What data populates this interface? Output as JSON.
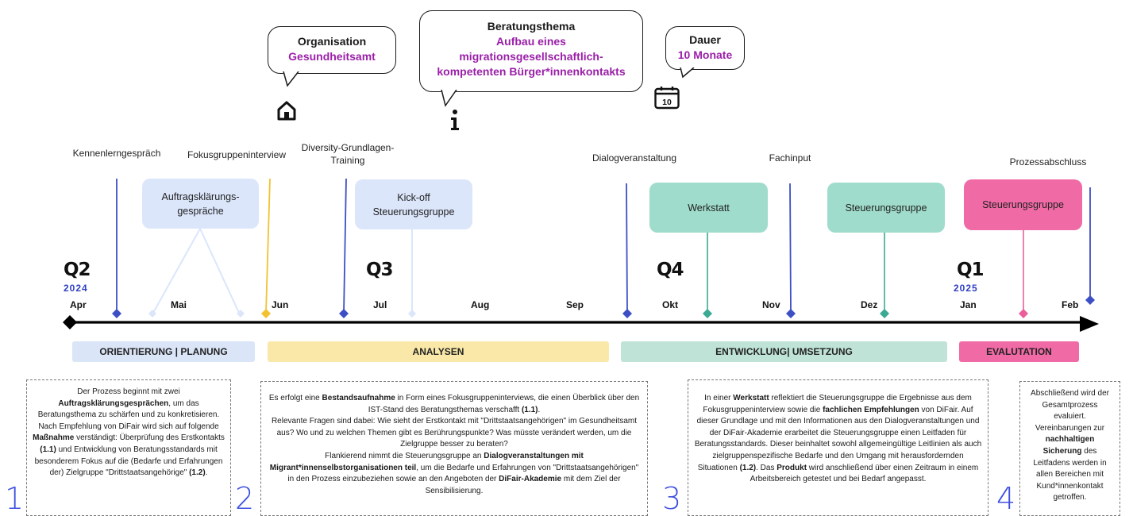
{
  "bubbles": {
    "organisation": {
      "title": "Organisation",
      "value": "Gesundheitsamt"
    },
    "thema": {
      "title": "Beratungsthema",
      "value_lines": [
        "Aufbau eines",
        "migrationsgesellschaftlich-",
        "kompetenten Bürger*innenkontakts"
      ]
    },
    "dauer": {
      "title": "Dauer",
      "value": "10 Monate"
    }
  },
  "icons": {
    "organisation": "house-icon",
    "thema": "info-icon",
    "dauer": "calendar-icon"
  },
  "calendar_number": "10",
  "events": {
    "kennenlern": "Kennenlerngespräch",
    "fokus": "Fokusgruppeninterview",
    "diversity_1": "Diversity-Grundlagen-",
    "diversity_2": "Training",
    "dialog": "Dialogveranstaltung",
    "fachinput": "Fachinput",
    "abschluss": "Prozessabschluss"
  },
  "boxes": {
    "auftrag": [
      "Auftragsklärungs-",
      "gespräche"
    ],
    "kickoff": [
      "Kick-off",
      "Steuerungsgruppe"
    ],
    "werkstatt": "Werkstatt",
    "steuerung1": "Steuerungsgruppe",
    "steuerung2": "Steuerungsgruppe"
  },
  "quarters": {
    "q2": "Q2",
    "q2_year": "2024",
    "q3": "Q3",
    "q4": "Q4",
    "q1": "Q1",
    "q1_year": "2025"
  },
  "months": [
    "Apr",
    "Mai",
    "Jun",
    "Jul",
    "Aug",
    "Sep",
    "Okt",
    "Nov",
    "Dez",
    "Jan",
    "Feb"
  ],
  "phases": {
    "p1": "ORIENTIERUNG | PLANUNG",
    "p2": "ANALYSEN",
    "p3": "ENTWICKLUNG| UMSETZUNG",
    "p4": "EVALUTATION"
  },
  "colors": {
    "blue_line": "#3d4fc4",
    "yellow_line": "#f2c230",
    "teal": "#3aaa92",
    "pink": "#ea5f9b",
    "light_blue_box": "#dbe6fb",
    "teal_box": "#9fdccb",
    "pink_box": "#f06aa6",
    "phase_blue": "#dbe5f8",
    "phase_yellow": "#f9e8a8",
    "phase_teal": "#bfe3d6",
    "phase_pink": "#f06aa6",
    "purple_text": "#9a1fa8"
  },
  "numbers": [
    "1",
    "2",
    "3",
    "4"
  ],
  "descriptions": {
    "d1": "Der Prozess beginnt mit zwei <b>Auftragsklärungsgesprächen</b>, um das Beratungsthema zu schärfen und zu konkretisieren. Nach Empfehlung von DiFair wird sich auf folgende <b>Maßnahme</b> verständigt: Überprüfung des Erstkontakts <b>(1.1)</b> und Entwicklung von Beratungsstandards mit besonderem Fokus auf die (Bedarfe und Erfahrungen der) Zielgruppe \"Drittstaatsangehörige\" <b>(1.2)</b>.",
    "d2": "Es erfolgt eine <b>Bestandsaufnahme</b> in Form eines Fokusgruppeninterviews, die einen Überblick über den IST-Stand des Beratungsthemas verschafft <b>(1.1)</b>.<br>Relevante Fragen sind dabei: Wie sieht der Erstkontakt mit \"Drittstaatsangehörigen\" im Gesundheitsamt aus? Wo und zu welchen Themen gibt es Berührungspunkte? Was müsste verändert werden, um die Zielgruppe besser zu beraten?<br>Flankierend nimmt die Steuerungsgruppe an <b>Dialogveranstaltungen mit Migrant*innenselbstorganisationen teil</b>, um die Bedarfe und Erfahrungen von \"Drittstaatsangehörigen\" in den Prozess einzubeziehen sowie an den Angeboten der <b>DiFair-Akademie</b> mit dem Ziel der Sensibilisierung.",
    "d3": "In einer <b>Werkstatt</b> reflektiert die Steuerungsgruppe die Ergebnisse aus dem Fokusgruppeninterview sowie die <b>fachlichen Empfehlungen</b> von DiFair. Auf dieser Grundlage und mit den Informationen aus den Dialogveranstaltungen und der DiFair-Akademie erarbeitet die Steuerungsgruppe einen Leitfaden für Beratungsstandards. Dieser beinhaltet sowohl allgemeingültige Leitlinien als auch zielgruppenspezifische Bedarfe und den Umgang mit herausfordernden Situationen <b>(1.2)</b>. Das <b>Produkt</b> wird anschließend über einen Zeitraum in einem Arbeitsbereich getestet und bei Bedarf angepasst.",
    "d4": "Abschließend wird der Gesamtprozess evaluiert. Vereinbarungen zur <b>nachhaltigen Sicherung</b> des Leitfadens werden in allen Bereichen mit Kund*innenkontakt getroffen."
  }
}
